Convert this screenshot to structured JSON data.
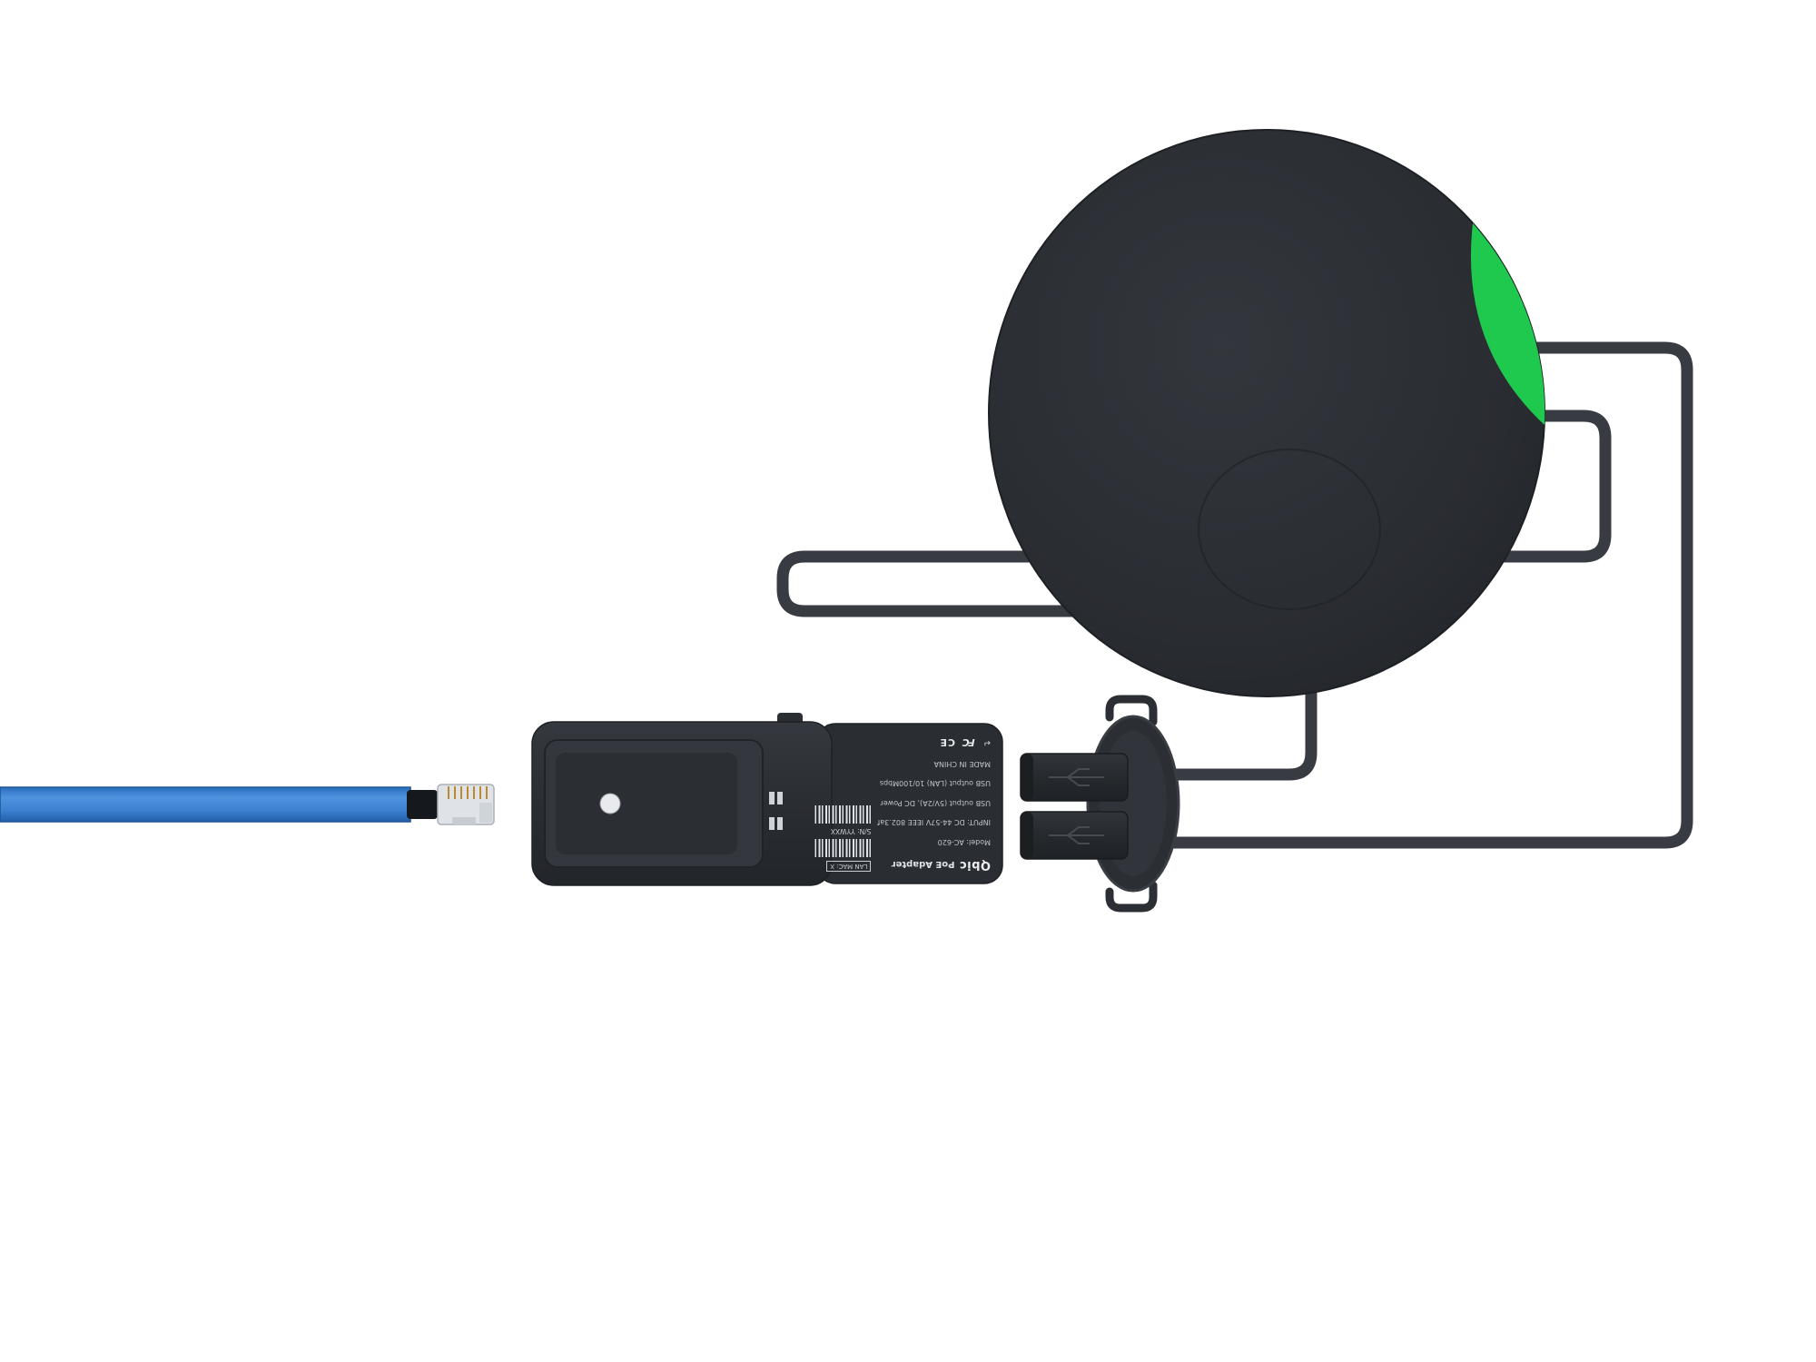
{
  "product": {
    "brand": "Qbic",
    "name": "PoE Adapter"
  },
  "label": {
    "brand": "Qbic",
    "product_name": "PoE Adapter",
    "model": "Model: AC-620",
    "input": "INPUT: DC 44-57V IEEE 802.3af",
    "output_power": "USB output (5V/2A), DC Power",
    "output_lan": "USB output (LAN) 10/100Mbps",
    "origin": "MADE IN CHINA",
    "mac": "LAN MAC: X",
    "serial": "S/N: YYWXX",
    "cert_fcc": "FC",
    "cert_ce": "CE",
    "return_arrow": "↵"
  },
  "colors": {
    "background": "#ffffff",
    "device_dark": "#26292e",
    "accent_green": "#1fc94e",
    "cable_dark": "#383b41",
    "ethernet_blue": "#3079cd",
    "label_text": "#c9cdd2"
  }
}
